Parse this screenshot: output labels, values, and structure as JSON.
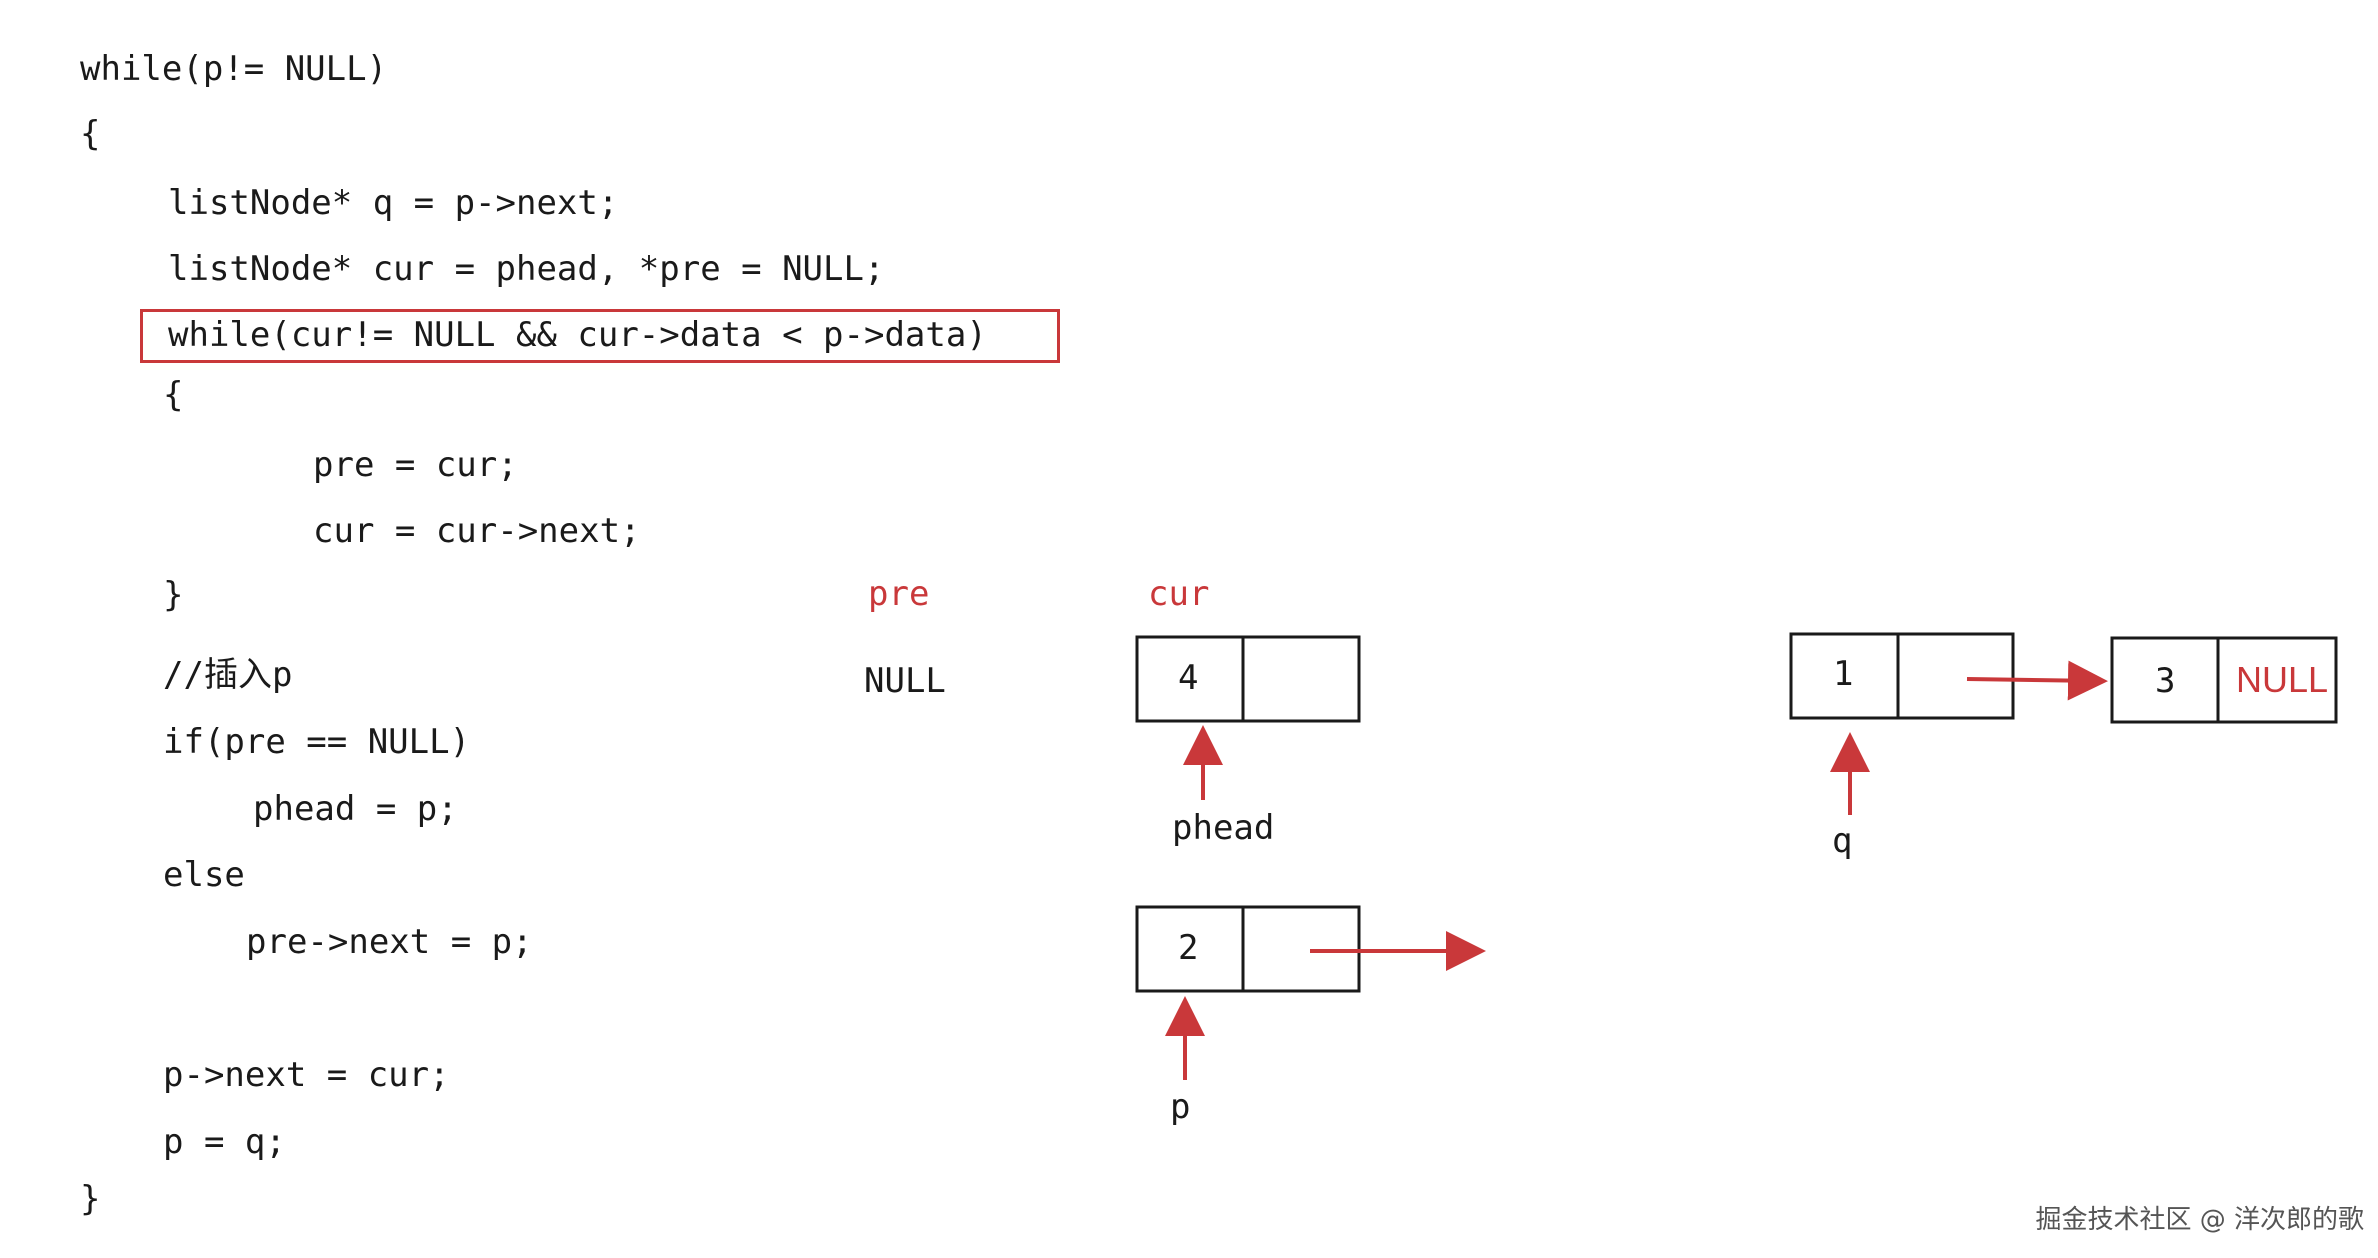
{
  "code": {
    "lines": [
      "while(p!= NULL)",
      "{",
      "listNode* q = p->next;",
      "listNode* cur = phead, *pre = NULL;",
      "while(cur!= NULL && cur->data < p->data)",
      "{",
      "pre = cur;",
      "cur = cur->next;",
      "}",
      "//插入p",
      "if(pre == NULL)",
      "phead = p;",
      "else",
      "pre->next = p;",
      "p->next = cur;",
      "p = q;",
      "}"
    ],
    "highlighted_line": 4
  },
  "diagram": {
    "labels": {
      "pre": "pre",
      "cur": "cur",
      "pre_value": "NULL",
      "phead": "phead",
      "p": "p",
      "q": "q"
    },
    "nodes": {
      "n4": {
        "data": "4",
        "next": ""
      },
      "n2": {
        "data": "2",
        "next": ""
      },
      "n1": {
        "data": "1",
        "next": ""
      },
      "n3": {
        "data": "3",
        "next": "NULL"
      }
    }
  },
  "colors": {
    "accent": "#c9383a",
    "text": "#1a1a1a"
  },
  "watermark": "掘金技术社区 @ 洋次郎的歌"
}
